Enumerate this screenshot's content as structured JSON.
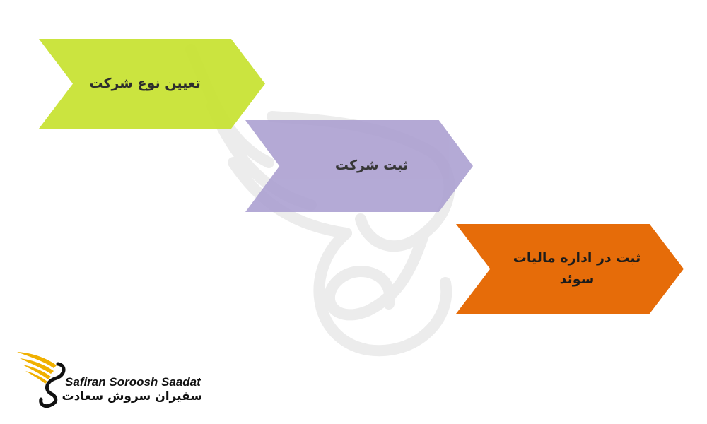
{
  "steps": [
    {
      "label": "تعیین نوع شرکت",
      "color": "#c7e22f"
    },
    {
      "label": "ثبت شرکت",
      "color": "#aa9ed0"
    },
    {
      "label_line1": "ثبت در اداره مالیات",
      "label_line2": "سوئد",
      "color": "#e66c09"
    }
  ],
  "logo": {
    "name_en": "Safiran Soroosh Saadat",
    "name_fa": "سفیران سروش سعادت",
    "icon": "winged-s-logo-icon",
    "accent": "#f0b000"
  },
  "watermark_icon": "winged-swan-watermark-icon"
}
